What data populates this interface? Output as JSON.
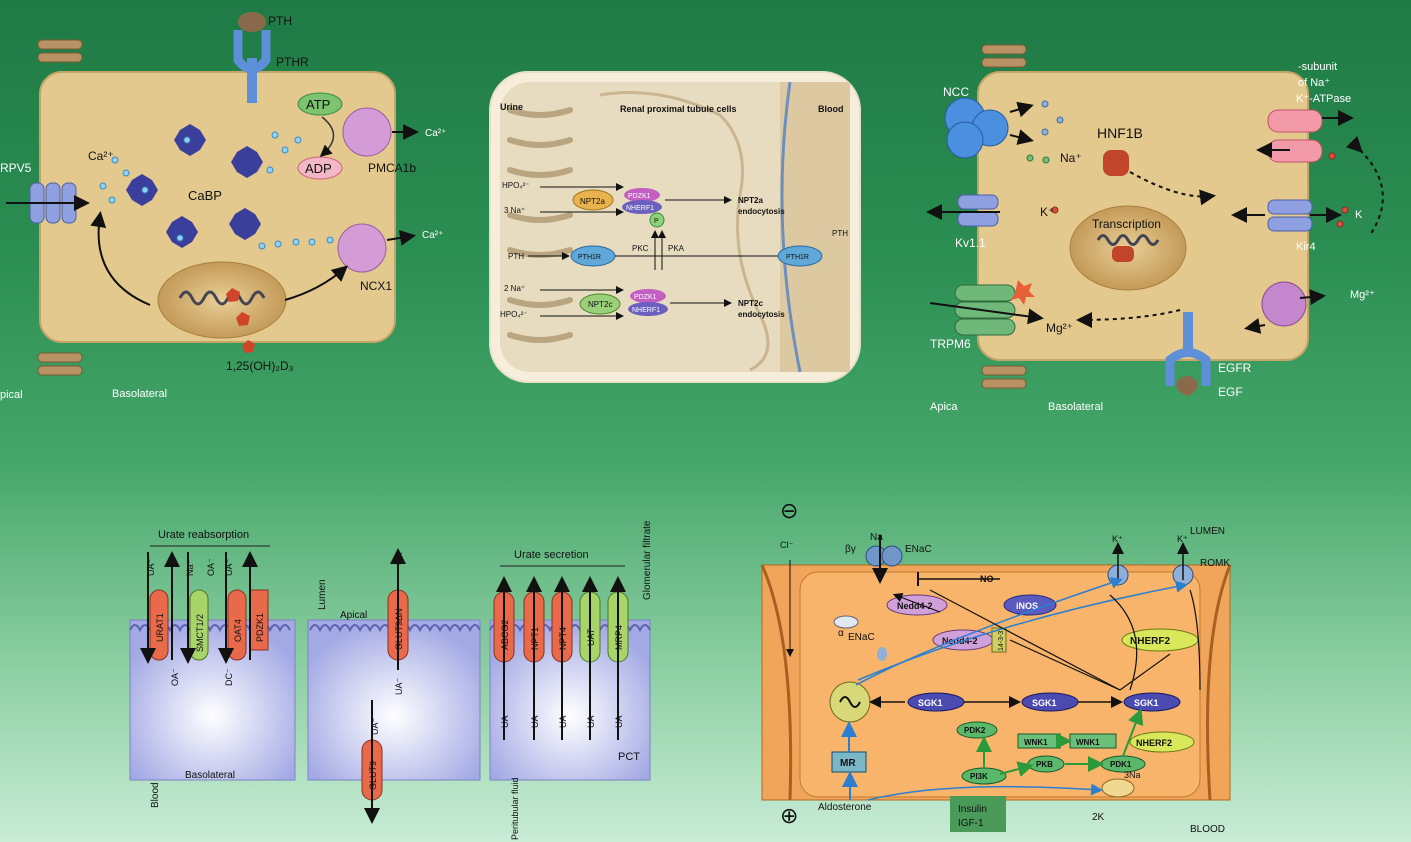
{
  "panel_calcium": {
    "labels": [
      "PTH",
      "PTHR",
      "ATP",
      "ADP",
      "PMCA1b",
      "Ca²⁺",
      "Ca²⁺",
      "CaBP",
      "RPV5",
      "Ca²⁺",
      "NCX1",
      "1,25(OH)₂D₃",
      "pical",
      "Basolateral"
    ]
  },
  "panel_phosphate": {
    "urine": "Urine",
    "cells": "Renal proximal tubule cells",
    "blood": "Blood",
    "hpo4_1": "HPO₄²⁻",
    "na3": "3 Na⁺",
    "npt2a": "NPT2a",
    "pdzk1_a": "PDZK1",
    "nherf1_a": "NHERF1",
    "npt2a_endo_1": "NPT2a",
    "npt2a_endo_2": "endocytosis",
    "p": "P",
    "pth_left": "PTH",
    "pth1r_left": "PTH1R",
    "pkc": "PKC",
    "pka": "PKA",
    "pth1r_right": "PTH1R",
    "pth_right": "PTH",
    "na2": "2 Na⁺",
    "hpo4_2": "HPO₄²⁻",
    "npt2c": "NPT2c",
    "pdzk1_c": "PDZK1",
    "nherf1_c": "NHERF1",
    "npt2c_endo_1": "NPT2c",
    "npt2c_endo_2": "endocytosis"
  },
  "panel_magnesium": {
    "labels": [
      "NCC",
      "Na⁺",
      "HNF1B",
      "-subunit",
      "of Na⁺",
      "K⁺-ATPase",
      "K⁺",
      "Kv1.1",
      "Transcription",
      "Kir4",
      "K",
      "TRPM6",
      "Mg²⁺",
      "Mg²⁺",
      "EGFR",
      "EGF",
      "Apica",
      "Basolateral"
    ]
  },
  "panel_urate": {
    "reabsorption": "Urate reabsorption",
    "secretion": "Urate secretion",
    "glomerular": "Glomerular filtrate",
    "lumen": "Lumen",
    "apical": "Apical",
    "basolateral": "Basolateral",
    "blood": "Blood",
    "peritubular": "Peritubular fluid",
    "pct": "PCT",
    "top_ions": [
      "UA⁻",
      "Na⁺",
      "OA⁻",
      "UA⁻",
      "UA"
    ],
    "bottom_ions": [
      "OA⁻",
      "DC⁻",
      "UA⁻",
      "UA⁻"
    ],
    "transporters_left": [
      "URAT1",
      "SMCT1/2",
      "OAT4",
      "PDZK1"
    ],
    "glut9n": "GLUT9ΔN",
    "glut9": "GLUT9",
    "transporters_right": [
      "ABCG2",
      "NPT1",
      "NPT4",
      "UAT",
      "MRP4"
    ],
    "ua_minus": "UA⁻"
  },
  "panel_sodium": {
    "minus": "⊖",
    "plus": "⊕",
    "cl": "Cl⁻",
    "na": "Na",
    "enac_top": "ENaC",
    "beta_gamma": "βγ",
    "alpha": "α",
    "lumen": "LUMEN",
    "romk": "ROMK",
    "k1": "K⁺",
    "k2": "K⁺",
    "no": "NO",
    "nedd4_1": "Nedd4-2",
    "inos": "iNOS",
    "nedd4_2": "Nedd4-2",
    "p1433": "14-3-3",
    "nherf2_a": "NHERF2",
    "enac_mid": "ENaC",
    "sgk1_a": "SGK1",
    "sgk1_b": "SGK1",
    "sgk1_c": "SGK1",
    "pdk2": "PDK2",
    "wnk1_a": "WNK1",
    "wnk1_b": "WNK1",
    "nherf2_b": "NHERF2",
    "mr": "MR",
    "pi3k": "PI3K",
    "pkb": "PKB",
    "pdk1": "PDK1",
    "na3": "3Na",
    "aldosterone": "Aldosterone",
    "insulin": "Insulin",
    "igf1": "IGF-1",
    "k2x": "2K",
    "blood": "BLOOD"
  },
  "colors": {
    "cell": "#e4c98f",
    "nucleus": "#cfa866",
    "pump": "#d39cd6",
    "channel": "#8ea0e0",
    "urate_cell": "#a7aee8",
    "sodium_cell": "#f0a55a"
  }
}
